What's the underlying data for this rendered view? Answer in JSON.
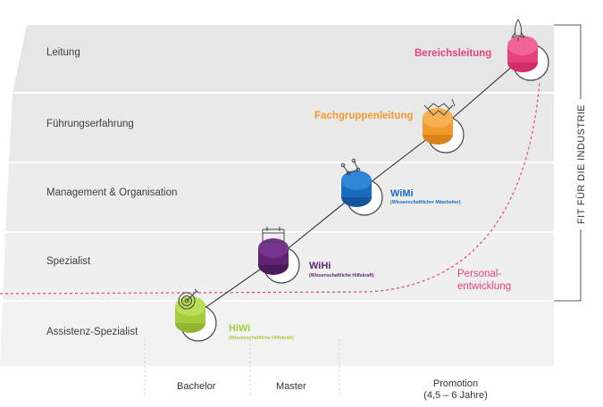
{
  "bands": [
    {
      "label": "Leitung"
    },
    {
      "label": "Führungserfahrung"
    },
    {
      "label": "Management & Organisation"
    },
    {
      "label": "Spezialist"
    },
    {
      "label": "Assistenz-Spezialist"
    }
  ],
  "positions": [
    {
      "title": "HiWi",
      "subtitle": "(Wissenschaftliche Hilfskraft)",
      "color": "#a5cc3f",
      "icon": "target-icon"
    },
    {
      "title": "WiHi",
      "subtitle": "(Wissenschaftliche Hilfskraft)",
      "color": "#5e2472",
      "icon": "calendar-icon"
    },
    {
      "title": "WiMi",
      "subtitle": "(Wissenschaftlicher Mitarbeiter)",
      "color": "#1a6cbe",
      "icon": "network-icon"
    },
    {
      "title": "Fachgruppenleitung",
      "subtitle": "",
      "color": "#f29a2e",
      "icon": "handshake-icon"
    },
    {
      "title": "Bereichsleitung",
      "subtitle": "",
      "color": "#e8417f",
      "icon": "rocket-icon"
    }
  ],
  "phases": [
    {
      "label": "Bachelor"
    },
    {
      "label": "Master"
    },
    {
      "label": "Promotion",
      "sub": "(4,5 – 6 Jahre)"
    }
  ],
  "side_label": "FIT FÜR DIE INDUSTRIE",
  "personal_development": {
    "line1": "Personal-",
    "line2": "entwicklung",
    "color": "#e8417f"
  }
}
